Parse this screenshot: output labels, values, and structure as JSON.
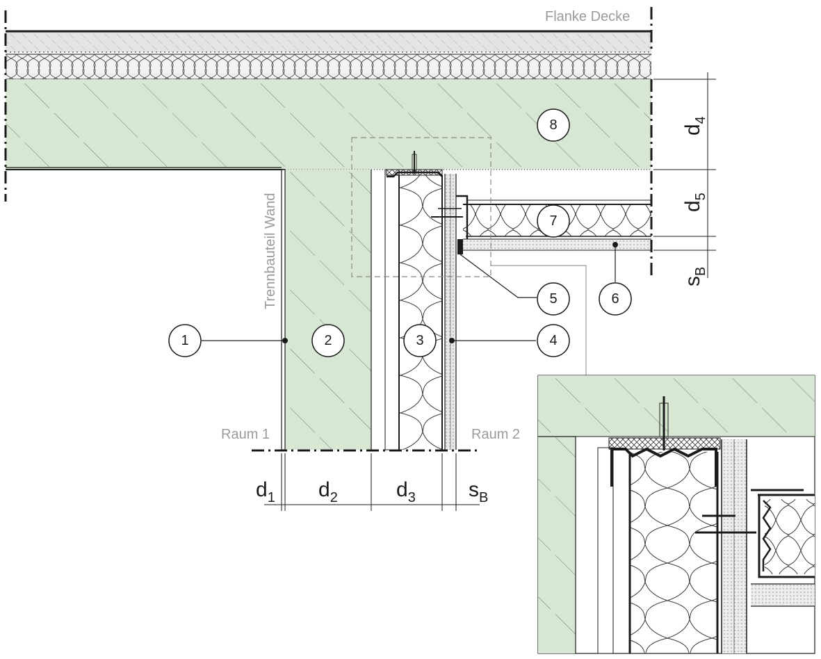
{
  "labels": {
    "flanke_decke": "Flanke Decke",
    "trennbauteil_wand": "Trennbauteil Wand",
    "raum1": "Raum 1",
    "raum2": "Raum 2"
  },
  "dimensions": {
    "d1": {
      "main": "d",
      "sub": "1"
    },
    "d2": {
      "main": "d",
      "sub": "2"
    },
    "d3": {
      "main": "d",
      "sub": "3"
    },
    "sB_bottom": {
      "main": "s",
      "sub": "B"
    },
    "d4": {
      "main": "d",
      "sub": "4"
    },
    "d5": {
      "main": "d",
      "sub": "5"
    },
    "sB_side": {
      "main": "s",
      "sub": "B"
    }
  },
  "callouts": [
    "1",
    "2",
    "3",
    "4",
    "5",
    "6",
    "7",
    "8"
  ],
  "colors": {
    "concrete": "#d8e7d4",
    "screed": "#e4e4e4",
    "line": "#1a1a1a",
    "label_grey": "#9a9a9a"
  }
}
